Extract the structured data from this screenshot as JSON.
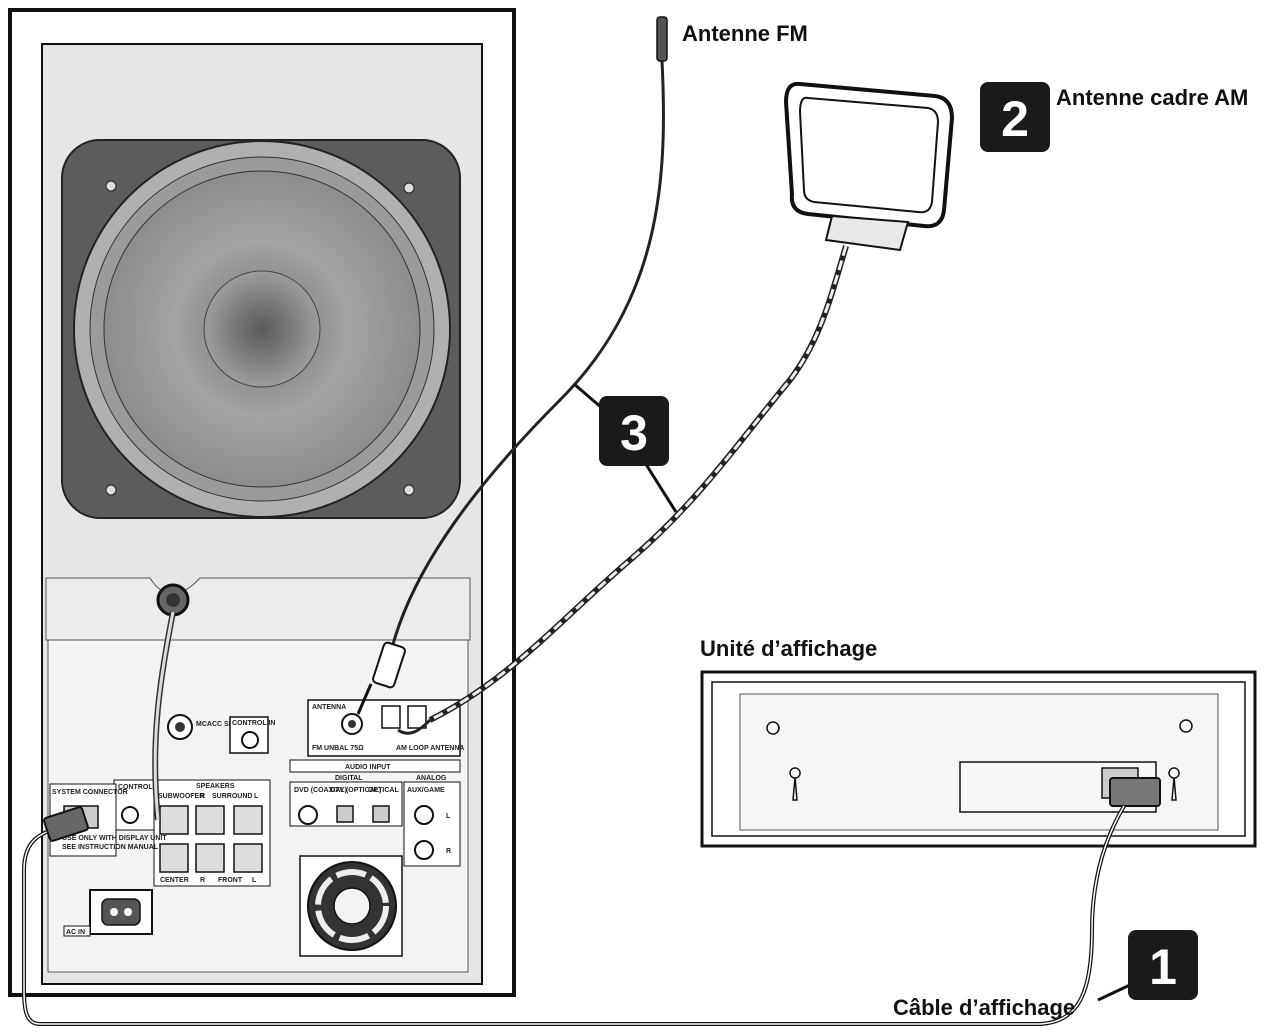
{
  "labels": {
    "fm_antenna": "Antenne FM",
    "am_loop_antenna": "Antenne cadre AM",
    "display_unit": "Unité d’affichage",
    "display_cable": "Câble d’affichage"
  },
  "badges": {
    "step_1": "1",
    "step_2": "2",
    "step_3": "3"
  },
  "panel_labels": {
    "antenna": "ANTENNA",
    "fm_unbal": "FM UNBAL 75Ω",
    "am_loop": "AM LOOP ANTENNA",
    "audio_input": "AUDIO INPUT",
    "digital": "DIGITAL",
    "analog": "ANALOG",
    "dvd_coaxial": "DVD (COAXIAL)",
    "dtv_optical": "DTV (OPTICAL)",
    "optical": "OPTICAL",
    "aux_game": "AUX/GAME",
    "mcacc_mic": "MCACC SETUP MIC",
    "control_in": "CONTROL IN",
    "control_out": "CONTROL OUT",
    "speakers": "SPEAKERS",
    "subwoofer": "SUBWOOFER",
    "surround": "SURROUND",
    "center": "CENTER",
    "front": "FRONT",
    "r": "R",
    "l": "L",
    "system_connector": "SYSTEM CONNECTOR",
    "use_only": "USE ONLY WITH DISPLAY UNIT",
    "see_manual": "SEE INSTRUCTION MANUAL",
    "ac_in": "AC IN"
  },
  "colors": {
    "line": "#111111",
    "speaker_frame": "#595959",
    "cone": "#8a8a8a",
    "cabinet": "#e4e4e4",
    "panel": "#f2f2f2",
    "badge": "#1a1a1a"
  }
}
